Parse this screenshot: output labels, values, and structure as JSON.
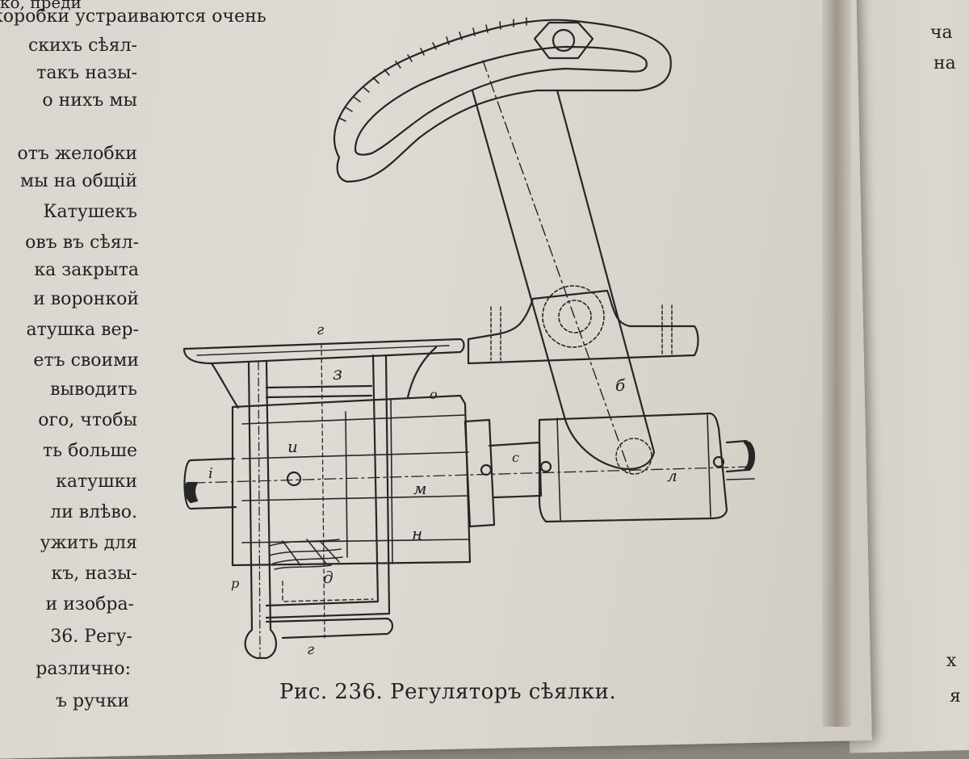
{
  "left_column": [
    "ко, преди",
    "коробки устраиваются очень",
    "скихъ сѣял-",
    "такъ назы-",
    "о нихъ мы",
    "отъ желобки",
    "мы на общій",
    "Катушекъ",
    "овъ въ сѣял-",
    "ка закрыта",
    "и воронкой",
    "атушка вер-",
    "етъ своими",
    "выводить",
    "ого, чтобы",
    "ть больше",
    "катушки",
    "ли влѣво.",
    "ужить для",
    "къ, назы-",
    "и изобра-",
    "36. Регу-",
    "различно:",
    "ъ ручки"
  ],
  "right_column": [
    "ча",
    "на",
    "х",
    "я"
  ],
  "figure": {
    "labels": {
      "g_top": "г",
      "z_top": "з",
      "o": "о",
      "i_left": "і",
      "u": "и",
      "m": "м",
      "n": "н",
      "s": "с",
      "l": "л",
      "b": "б",
      "p": "р",
      "d": "д",
      "g_bottom": "г"
    }
  },
  "caption": "Рис. 236. Регуляторъ сѣялки."
}
